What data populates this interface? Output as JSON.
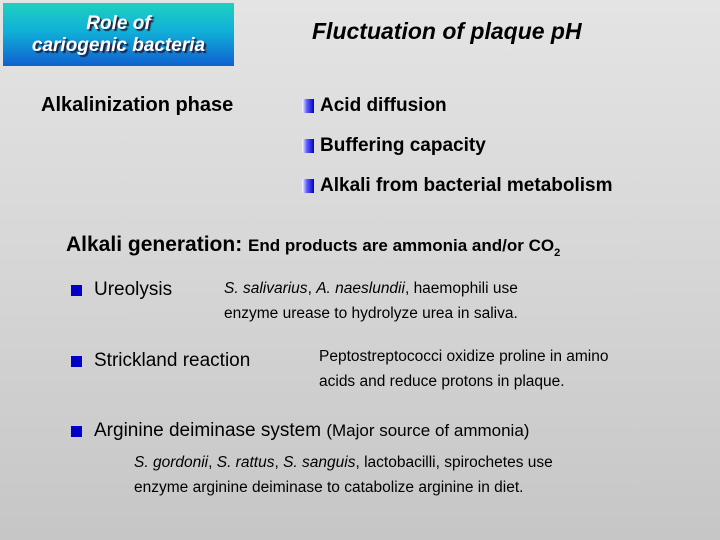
{
  "badge": {
    "line1": "Role of",
    "line2": "cariogenic bacteria"
  },
  "title": "Fluctuation of plaque pH",
  "phase": {
    "label": "Alkalinization phase",
    "bullets": [
      "Acid diffusion",
      "Buffering capacity",
      "Alkali from bacterial metabolism"
    ]
  },
  "generation": {
    "heading": "Alkali generation:",
    "sub": "End products are ammonia and/or CO",
    "subscript": "2"
  },
  "items": [
    {
      "label": "Ureolysis",
      "desc_italic1": "S. salivarius",
      "sep1": ", ",
      "desc_italic2": "A. naeslundii",
      "desc_rest": ", haemophili use",
      "desc_line2": "enzyme urease to hydrolyze urea in saliva."
    },
    {
      "label": "Strickland reaction",
      "desc_line1": "Peptostreptococci oxidize proline in amino",
      "desc_line2": "acids and reduce protons in plaque."
    },
    {
      "label": "Arginine deiminase system",
      "note": "(Major source of ammonia)",
      "i1": "S. gordonii",
      "i2": "S. rattus",
      "i3": "S. sanguis",
      "rest": ", lactobacilli, spirochetes use",
      "line2": "enzyme arginine deiminase to catabolize arginine in diet.",
      "sep": ", "
    }
  ]
}
